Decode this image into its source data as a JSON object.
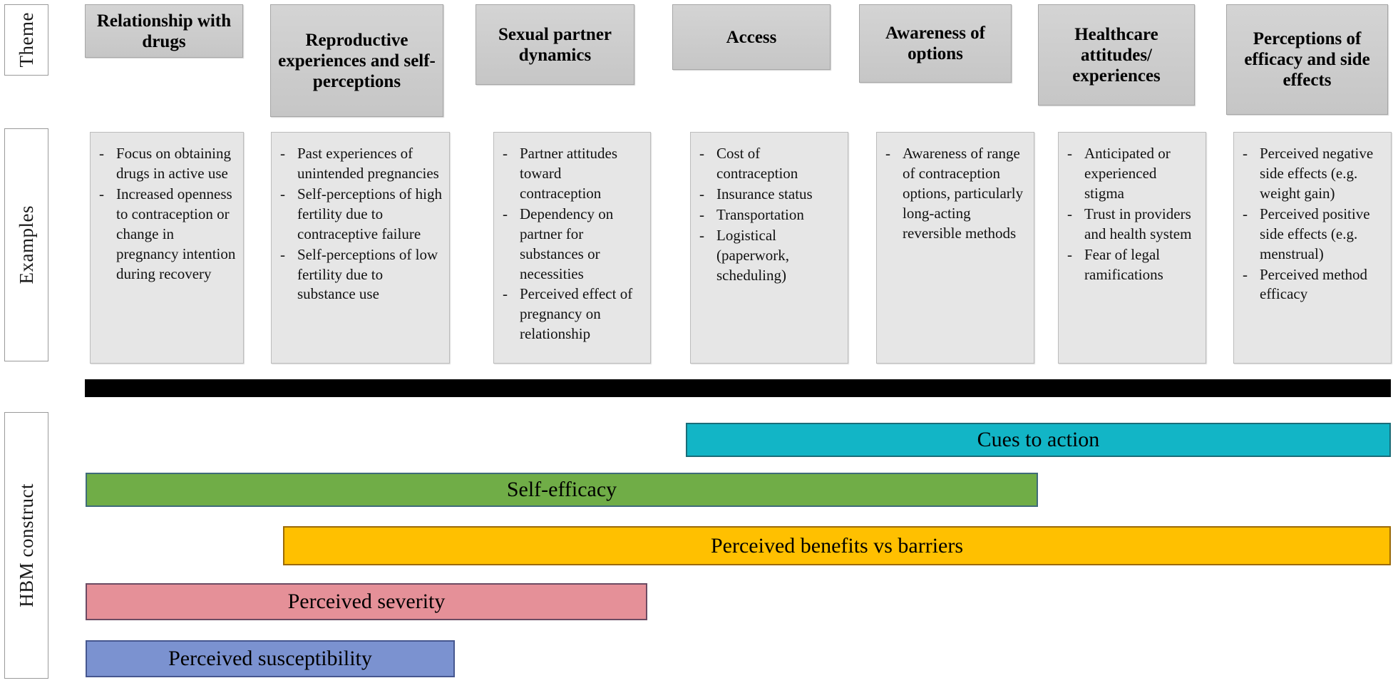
{
  "rows": {
    "theme_label": "Theme",
    "examples_label": "Examples",
    "hbm_label": "HBM construct"
  },
  "themes": [
    {
      "id": "relationship-with-drugs",
      "label": "Relationship with drugs"
    },
    {
      "id": "reproductive-experiences",
      "label": "Reproductive experiences and self-perceptions"
    },
    {
      "id": "sexual-partner-dynamics",
      "label": "Sexual partner dynamics"
    },
    {
      "id": "access",
      "label": "Access"
    },
    {
      "id": "awareness-of-options",
      "label": "Awareness of options"
    },
    {
      "id": "healthcare-attitudes",
      "label": "Healthcare attitudes/ experiences"
    },
    {
      "id": "perceptions-of-efficacy",
      "label": "Perceptions of efficacy and side effects"
    }
  ],
  "examples": [
    {
      "id": "relationship-with-drugs",
      "items": [
        "Focus on obtaining drugs in active use",
        "Increased openness to contraception or change in pregnancy intention during recovery"
      ]
    },
    {
      "id": "reproductive-experiences",
      "items": [
        "Past experiences of unintended pregnancies",
        "Self-perceptions of high fertility due to contraceptive failure",
        "Self-perceptions of low fertility due to substance use"
      ]
    },
    {
      "id": "sexual-partner-dynamics",
      "items": [
        "Partner attitudes toward contraception",
        " Dependency on partner for substances or necessities",
        "Perceived effect of pregnancy on relationship"
      ]
    },
    {
      "id": "access",
      "items": [
        "Cost of contraception",
        "Insurance status",
        "Transportation",
        "Logistical (paperwork, scheduling)"
      ]
    },
    {
      "id": "awareness-of-options",
      "items": [
        "Awareness of range of contraception options, particularly long-acting reversible methods"
      ]
    },
    {
      "id": "healthcare-attitudes",
      "items": [
        "Anticipated or experienced stigma",
        "Trust in providers and health system",
        "Fear of legal ramifications"
      ]
    },
    {
      "id": "perceptions-of-efficacy",
      "items": [
        "Perceived negative side effects (e.g. weight gain)",
        "Perceived positive side effects (e.g. menstrual)",
        "Perceived method efficacy"
      ]
    }
  ],
  "divider_color": "#000000",
  "hbm_bars": [
    {
      "id": "cues-to-action",
      "label": "Cues to action",
      "fill": "#12B5C6",
      "border": "#1a6d78"
    },
    {
      "id": "self-efficacy",
      "label": "Self-efficacy",
      "fill": "#70AD47",
      "border": "#3f6b7a"
    },
    {
      "id": "perceived-benefits-vs-barriers",
      "label": "Perceived benefits vs barriers",
      "fill": "#FFC000",
      "border": "#9c6a06"
    },
    {
      "id": "perceived-severity",
      "label": "Perceived severity",
      "fill": "#E59098",
      "border": "#6b4b63"
    },
    {
      "id": "perceived-susceptibility",
      "label": "Perceived susceptibility",
      "fill": "#7B92D0",
      "border": "#46578f"
    }
  ]
}
